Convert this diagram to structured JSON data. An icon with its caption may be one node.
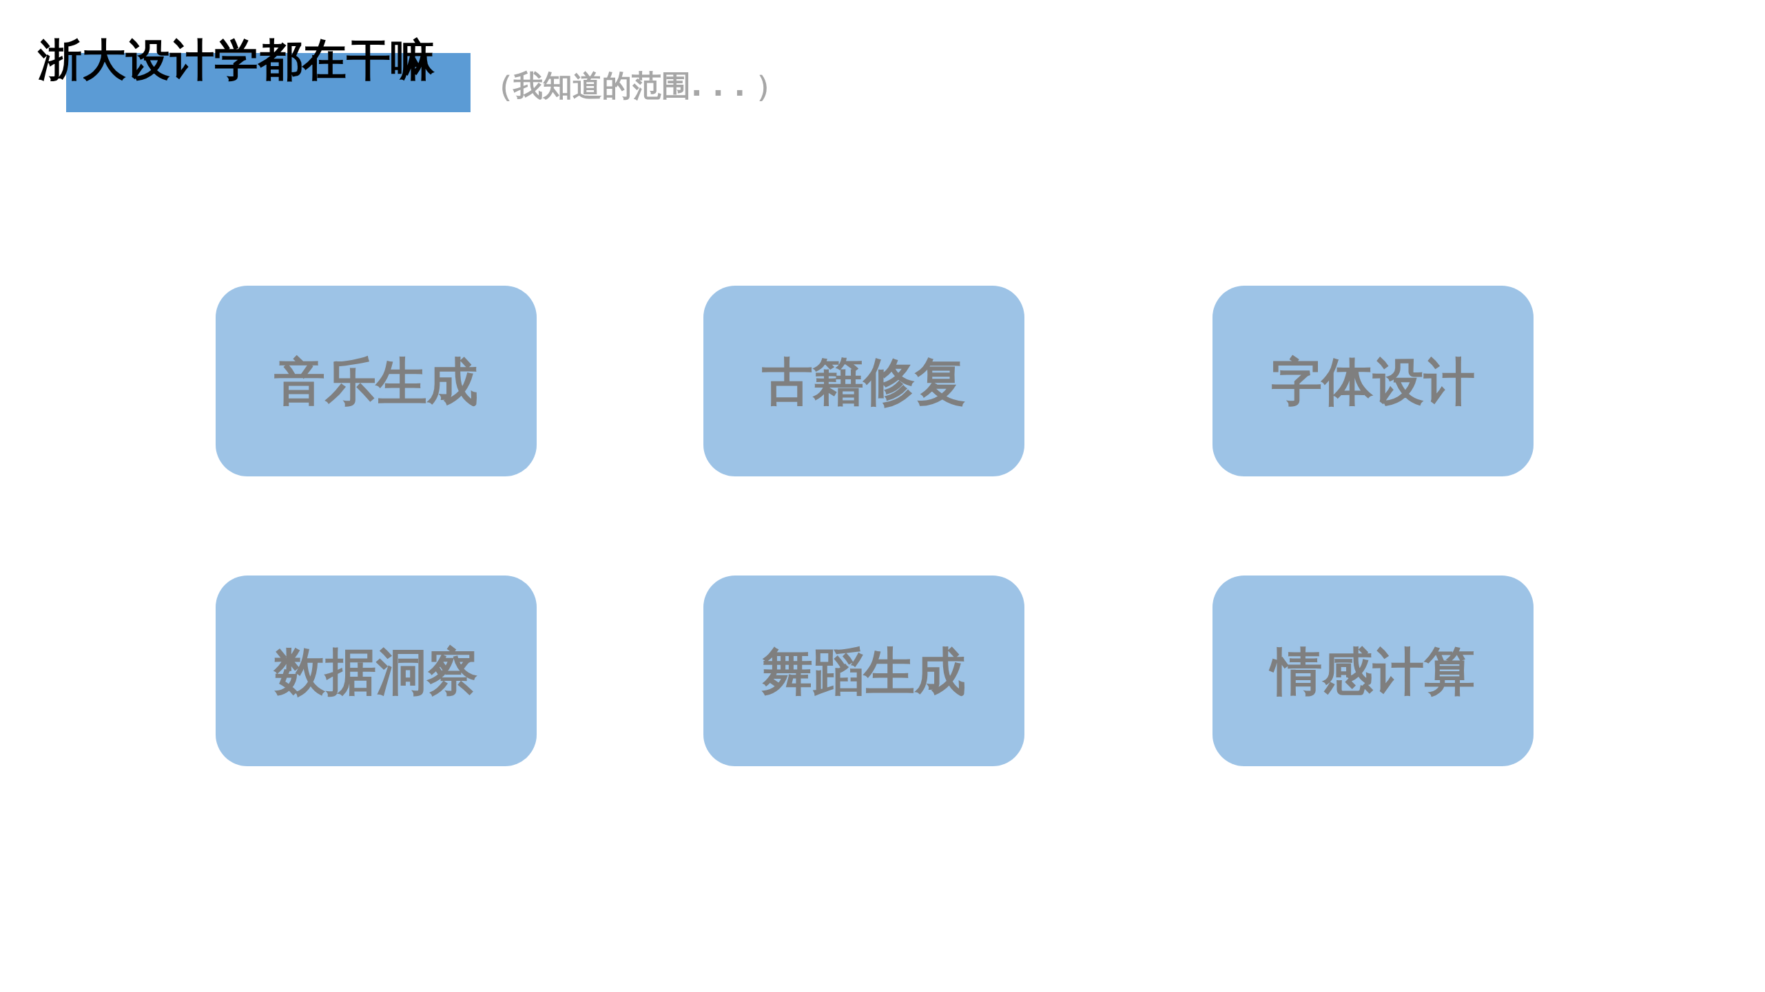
{
  "diagram": {
    "title": "浙大设计学都在干嘛",
    "nodes": [
      {
        "text": [
          "音乐生成"
        ]
      },
      {
        "text": [
          "古籍修复"
        ]
      },
      {
        "text": [
          "字体设计"
        ]
      },
      {
        "text": [
          "数据洞察"
        ]
      },
      {
        "text": [
          "舞蹈生成"
        ]
      },
      {
        "text": [
          "情感计算"
        ]
      }
    ],
    "labels": [
      "（我知道的范围. . . ）"
    ]
  }
}
